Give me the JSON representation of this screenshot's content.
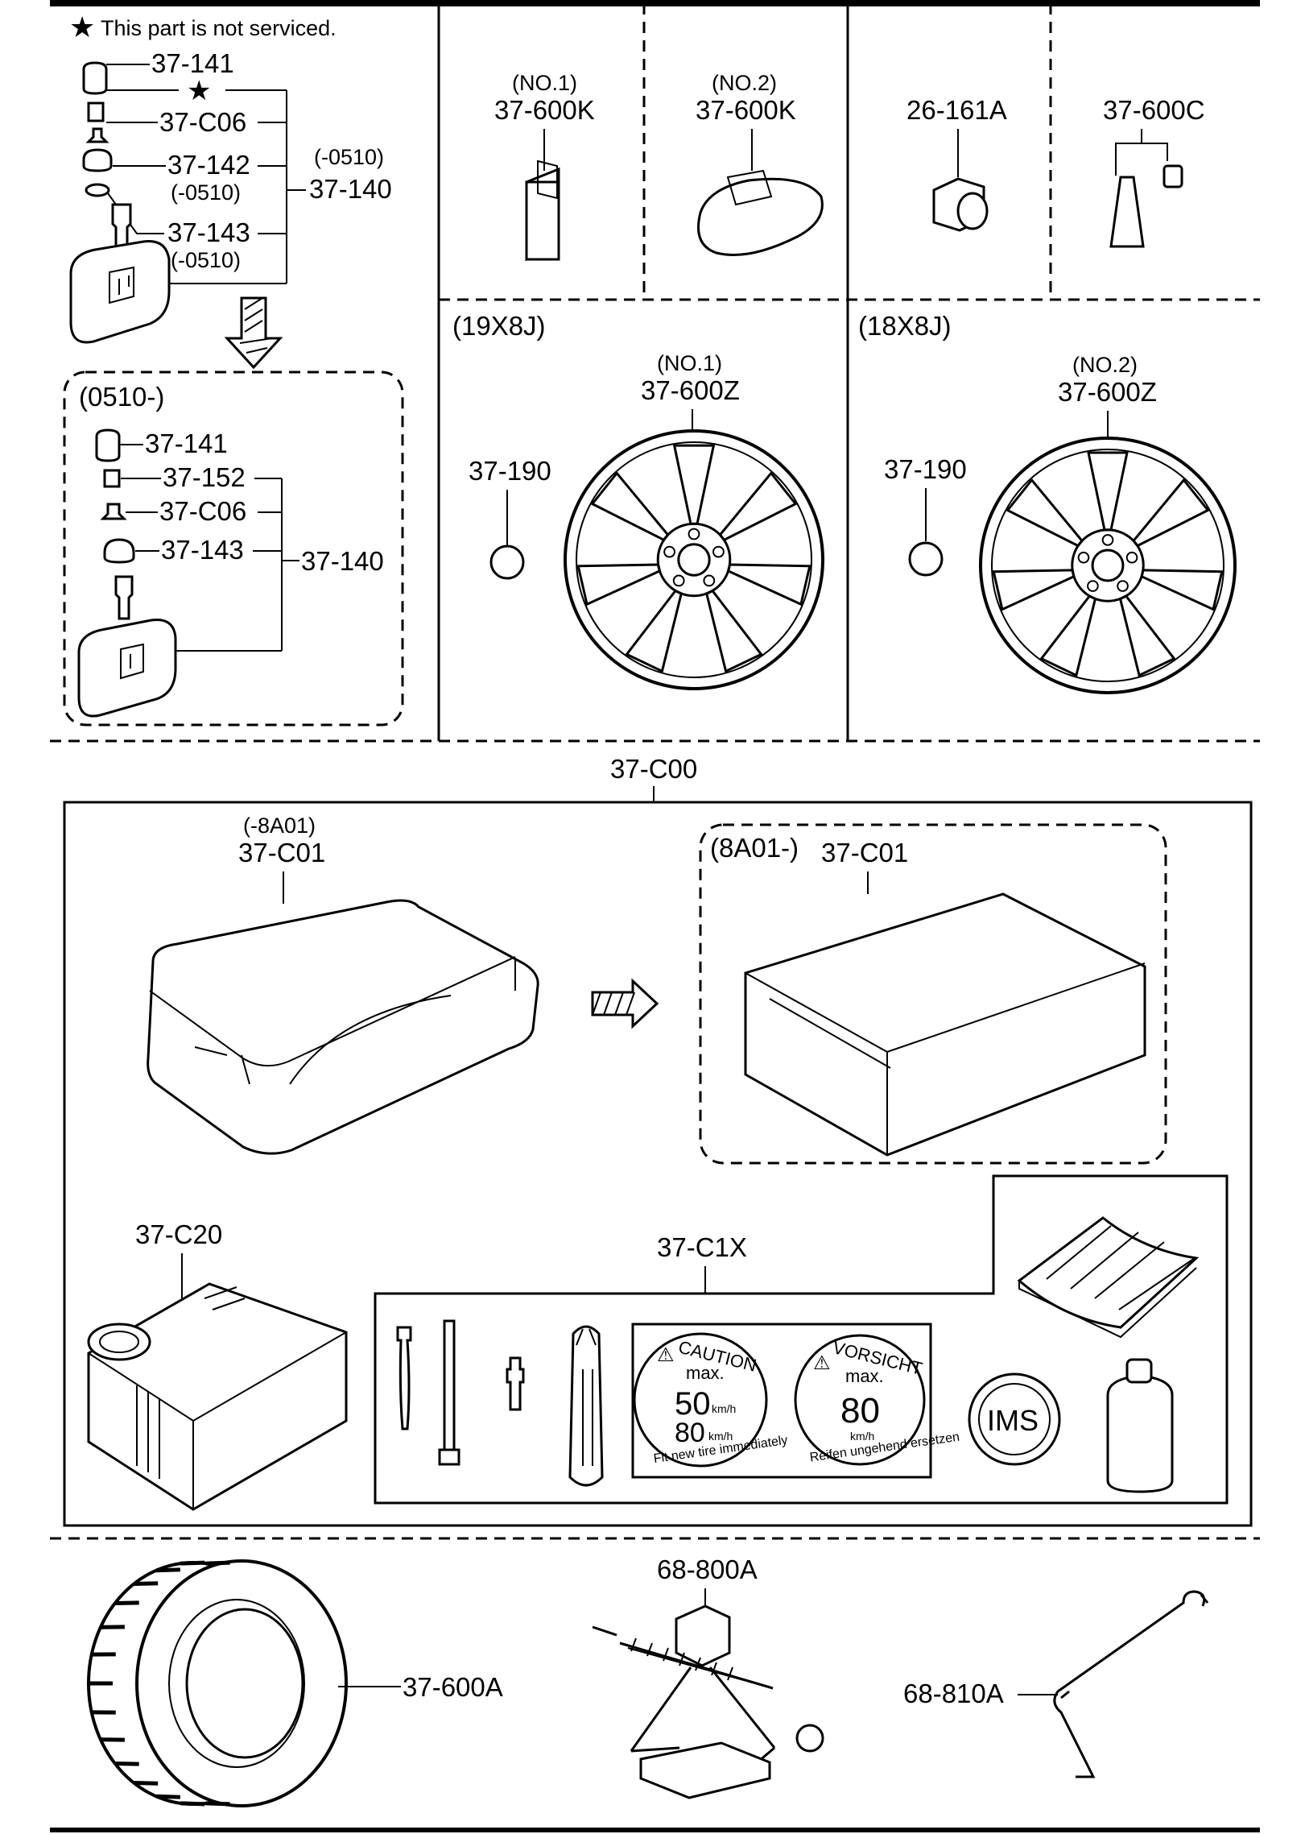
{
  "note": {
    "star_text": "This part is not serviced."
  },
  "tpms_early": {
    "part_cap": "37-141",
    "part_valve_core": "37-C06",
    "part_nut": "37-142",
    "part_nut_range": "(-0510)",
    "part_washer": "37-143",
    "part_washer_range": "(-0510)",
    "range_label": "(-0510)",
    "assembly": "37-140"
  },
  "tpms_late": {
    "range_label": "(0510-)",
    "part_cap": "37-141",
    "part_core": "37-152",
    "part_valve": "37-C06",
    "part_grommet": "37-143",
    "assembly": "37-140"
  },
  "balance_weights": {
    "no1_tag": "(NO.1)",
    "no1_part": "37-600K",
    "no2_tag": "(NO.2)",
    "no2_part": "37-600K"
  },
  "wheel_nut": {
    "part": "26-161A"
  },
  "valve_stem": {
    "part": "37-600C"
  },
  "wheel_19": {
    "size": "(19X8J)",
    "tag": "(NO.1)",
    "part": "37-600Z",
    "cap_part": "37-190"
  },
  "wheel_18": {
    "size": "(18X8J)",
    "tag": "(NO.2)",
    "part": "37-600Z",
    "cap_part": "37-190"
  },
  "repair_kit": {
    "part": "37-C00",
    "case_old_range": "(-8A01)",
    "case_old_part": "37-C01",
    "case_new_range": "(8A01-)",
    "case_new_part": "37-C01",
    "compressor_part": "37-C20",
    "sealant_set_part": "37-C1X"
  },
  "stickers": {
    "caution_word": "CAUTION",
    "caution_max": "max.",
    "caution_speed1": "50",
    "caution_unit1": "km/h",
    "caution_speed2": "80",
    "caution_unit2": "km/h",
    "caution_note": "Fit new tire immediately",
    "vorsicht_word": "VORSICHT",
    "vorsicht_max": "max.",
    "vorsicht_speed": "80",
    "vorsicht_unit": "km/h",
    "vorsicht_note": "Reifen ungehend ersetzen",
    "ims": "IMS"
  },
  "spare": {
    "tire_part": "37-600A",
    "jack_part": "68-800A",
    "handle_part": "68-810A"
  }
}
